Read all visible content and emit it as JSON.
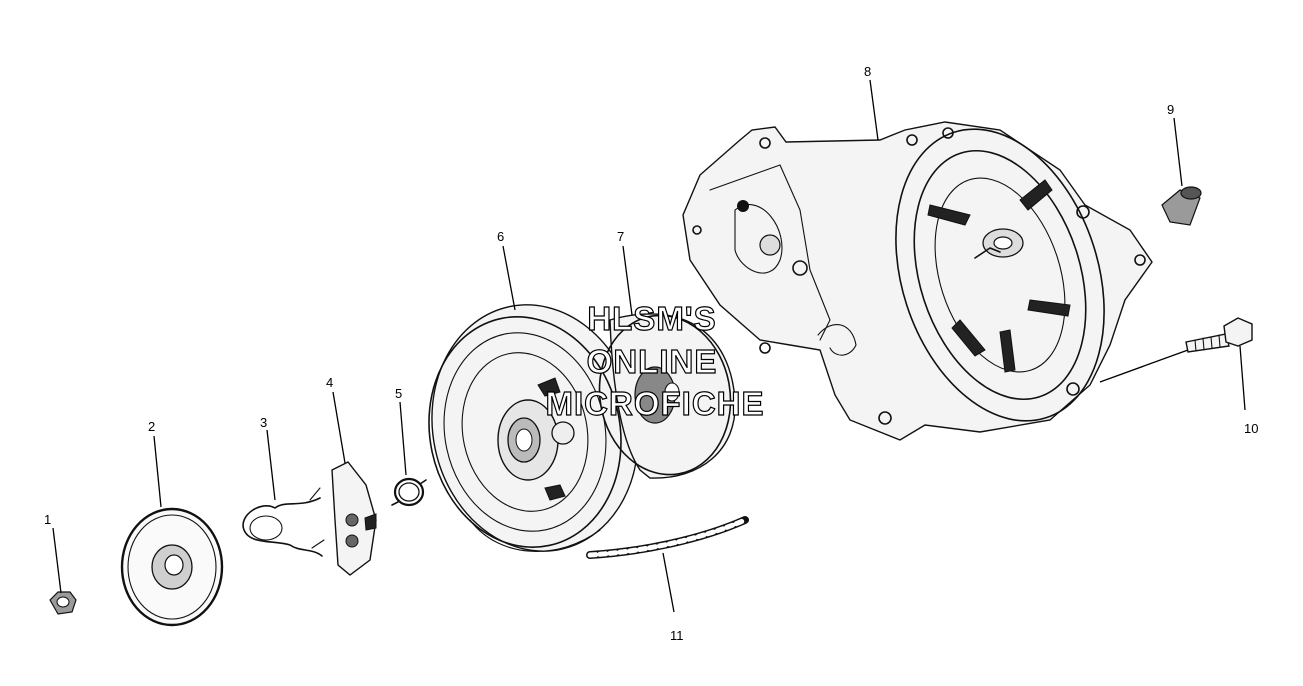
{
  "watermark": [
    "HLSM'S",
    "ONLINE",
    "MICROFICHE"
  ],
  "callouts": [
    "1",
    "2",
    "3",
    "4",
    "5",
    "6",
    "7",
    "8",
    "9",
    "10",
    "11"
  ]
}
